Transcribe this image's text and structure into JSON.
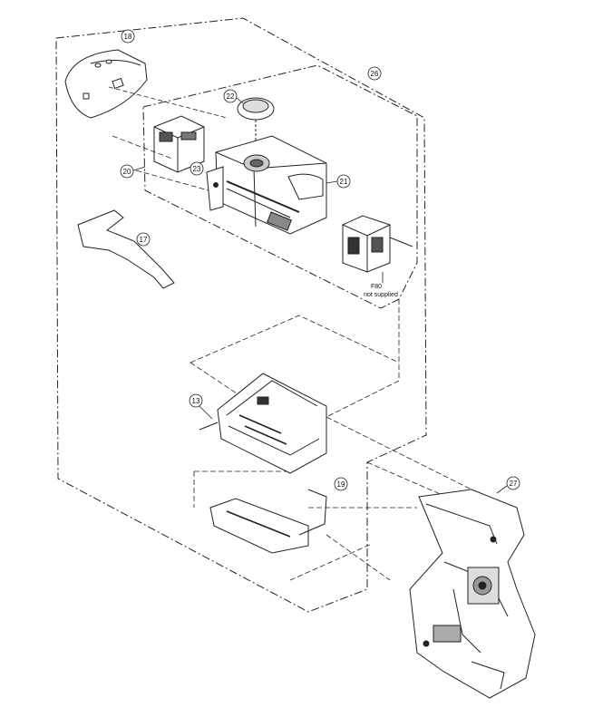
{
  "callouts": {
    "c18": "18",
    "c26": "26",
    "c22": "22",
    "c20": "20",
    "c23": "23",
    "c21": "21",
    "c17": "17",
    "c13": "13",
    "c19": "19",
    "c27": "27"
  },
  "note": {
    "part_code": "F80",
    "status": "not supplied"
  }
}
